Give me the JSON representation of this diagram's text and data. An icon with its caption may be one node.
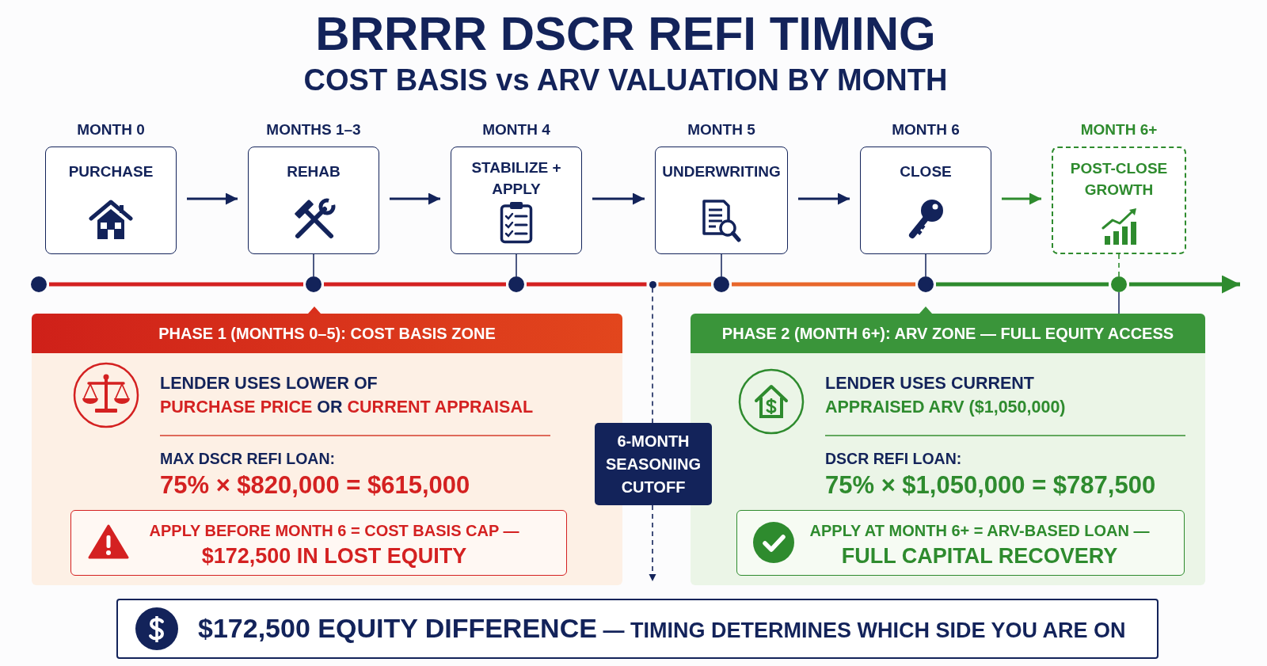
{
  "diagram": {
    "title": "BRRRR DSCR REFI TIMING",
    "nodes": [
      {
        "text": [
          "MONTH 0",
          "PURCHASE"
        ]
      },
      {
        "text": [
          "MONTHS 1–3",
          "REHAB"
        ]
      },
      {
        "text": [
          "MONTH 4",
          "STABILIZE + APPLY"
        ]
      },
      {
        "text": [
          "MONTH 5",
          "UNDERWRITING"
        ]
      },
      {
        "text": [
          "MONTH 6",
          "CLOSE"
        ]
      },
      {
        "text": [
          "MONTH 6+",
          "POST-CLOSE GROWTH"
        ]
      },
      {
        "text": [],
        "shape": "circle"
      },
      {
        "text": [],
        "shape": "circle"
      },
      {
        "text": [],
        "shape": "circle"
      },
      {
        "text": [],
        "shape": "circle"
      },
      {
        "text": [],
        "shape": "circle"
      },
      {
        "text": [],
        "shape": "circle"
      },
      {
        "text": [],
        "shape": "circle"
      },
      {
        "text": [
          "PHASE 1 (MONTHS 0–5): COST BASIS ZONE",
          "LENDER USES LOWER OF **PURCHASE PRICE** OR **CURRENT APPRAISAL**",
          "MAX DSCR REFI LOAN:",
          "75% × $820,000 = $615,000"
        ]
      },
      {
        "text": [
          "APPLY BEFORE MONTH 6 = COST BASIS CAP —",
          "$172,500 IN LOST EQUITY"
        ],
        "in": 13
      },
      {
        "text": [
          "6-MONTH SEASONING CUTOFF"
        ]
      },
      {
        "text": [
          "PHASE 2 (MONTH 6+): ARV ZONE — FULL EQUITY ACCESS",
          "LENDER USES CURRENT **APPRAISED ARV ($1,050,000)**",
          "DSCR REFI LOAN:",
          "75% × $1,050,000 = $787,500"
        ]
      },
      {
        "text": [
          "APPLY AT MONTH 6+ = ARV-BASED LOAN —",
          "FULL CAPITAL RECOVERY"
        ],
        "in": 16
      },
      {
        "text": [
          "**$172,500 EQUITY DIFFERENCE** — TIMING DETERMINES WHICH SIDE YOU ARE ON"
        ]
      }
    ],
    "edges": [
      {
        "from": 0,
        "to": 1,
        "arrow": "to"
      },
      {
        "from": 1,
        "to": 2,
        "arrow": "to"
      },
      {
        "from": 2,
        "to": 3,
        "arrow": "to"
      },
      {
        "from": 3,
        "to": 4,
        "arrow": "to"
      },
      {
        "from": 4,
        "to": 5,
        "arrow": "to",
        "color": "#2e8b2e"
      },
      {
        "from": 1,
        "to": 7,
        "arrow": "none"
      },
      {
        "from": 2,
        "to": 8,
        "arrow": "none"
      },
      {
        "from": 3,
        "to": 10,
        "arrow": "none"
      },
      {
        "from": 4,
        "to": 11,
        "arrow": "none"
      },
      {
        "from": 5,
        "to": 12,
        "arrow": "none",
        "style": "dashed",
        "color": "#2e8b2e"
      },
      {
        "from": 12,
        "to": 16,
        "arrow": "none"
      },
      {
        "from": 9,
        "to": 15,
        "arrow": "none",
        "style": "dashed"
      },
      {
        "from": 15,
        "to": 18,
        "arrow": "to",
        "style": "dashed"
      },
      {
        "from": 6,
        "to": 7,
        "arrow": "none",
        "color": "#d42121"
      },
      {
        "from": 7,
        "to": 8,
        "arrow": "none",
        "color": "#d42121"
      },
      {
        "from": 8,
        "to": 9,
        "arrow": "none",
        "color": "#d42121"
      },
      {
        "from": 9,
        "to": 10,
        "arrow": "none",
        "color": "#e8672b"
      },
      {
        "from": 10,
        "to": 11,
        "arrow": "none",
        "color": "#e8672b"
      },
      {
        "from": 11,
        "to": 12,
        "arrow": "none",
        "color": "#2e8b2e"
      },
      {
        "from": 12,
        "to": null,
        "arrow": "to",
        "color": "#2e8b2e"
      }
    ],
    "labels": [
      "COST BASIS vs ARV VALUATION BY MONTH"
    ]
  }
}
